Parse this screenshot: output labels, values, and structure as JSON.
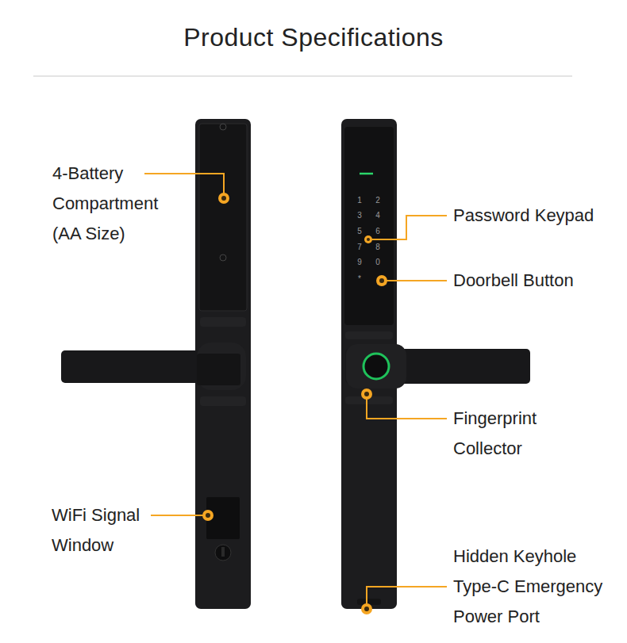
{
  "diagram": {
    "title": "Product Specifications",
    "labels": [
      "4-Battery Compartment (AA Size)",
      "Password Keypad",
      "1",
      "2",
      "3",
      "4",
      "5",
      "6",
      "7",
      "8",
      "9",
      "0",
      "*",
      "Doorbell Button",
      "Fingerprint Collector",
      "WiFi Signal Window",
      "Hidden Keyhole",
      "Type-C Emergency Power Port"
    ]
  }
}
